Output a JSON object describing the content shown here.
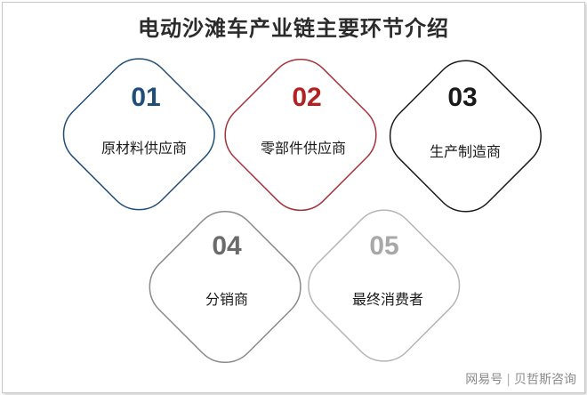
{
  "title": "电动沙滩车产业链主要环节介绍",
  "nodes": [
    {
      "number": "01",
      "label": "原材料供应商",
      "color": "#1f4e79",
      "number_color": "#1f4e79"
    },
    {
      "number": "02",
      "label": "零部件供应商",
      "color": "#a5323a",
      "number_color": "#b22222"
    },
    {
      "number": "03",
      "label": "生产制造商",
      "color": "#1a1a1a",
      "number_color": "#1a1a1a"
    },
    {
      "number": "04",
      "label": "分销商",
      "color": "#8a8a8a",
      "number_color": "#6b6b6b"
    },
    {
      "number": "05",
      "label": "最终消费者",
      "color": "#b5b5b5",
      "number_color": "#a8a8a8"
    }
  ],
  "watermark": {
    "source": "网易号",
    "author": "贝哲斯咨询"
  }
}
